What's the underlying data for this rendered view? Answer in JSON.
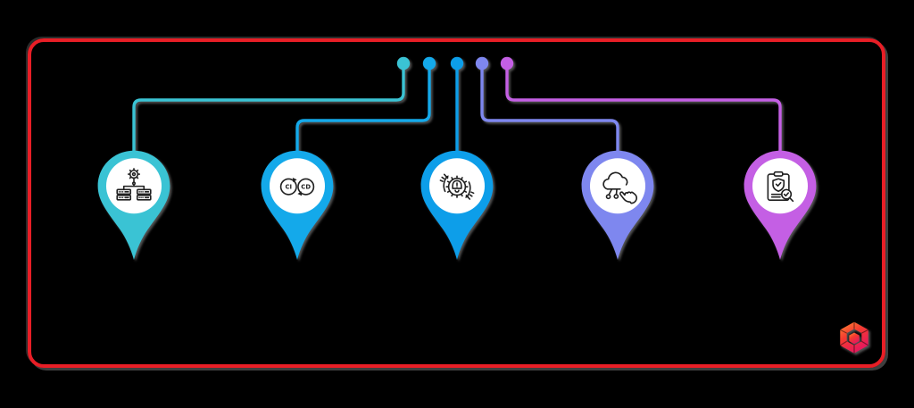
{
  "canvas": {
    "background": "#000000"
  },
  "frame": {
    "border_color": "#e81e26",
    "shadow_color": "#737373"
  },
  "pins": [
    {
      "name": "server-orchestration",
      "icon": "gear-server-cluster-icon",
      "color": "#3ac3d4"
    },
    {
      "name": "ci-cd-pipeline",
      "icon": "ci-cd-infinity-icon",
      "color": "#14a9ea",
      "labels": {
        "left": "CI",
        "right": "CD"
      }
    },
    {
      "name": "automated-alerts",
      "icon": "gear-bell-alert-icon",
      "color": "#0d9ee9"
    },
    {
      "name": "cloud-deployment",
      "icon": "cloud-network-click-icon",
      "color": "#7e87ef"
    },
    {
      "name": "security-audit",
      "icon": "clipboard-shield-audit-icon",
      "color": "#c45fe4"
    }
  ],
  "logo": {
    "name": "red-cube-logo",
    "gradient_top": "#ff8a34",
    "gradient_mid": "#f43b30",
    "gradient_bottom": "#e6175e"
  }
}
